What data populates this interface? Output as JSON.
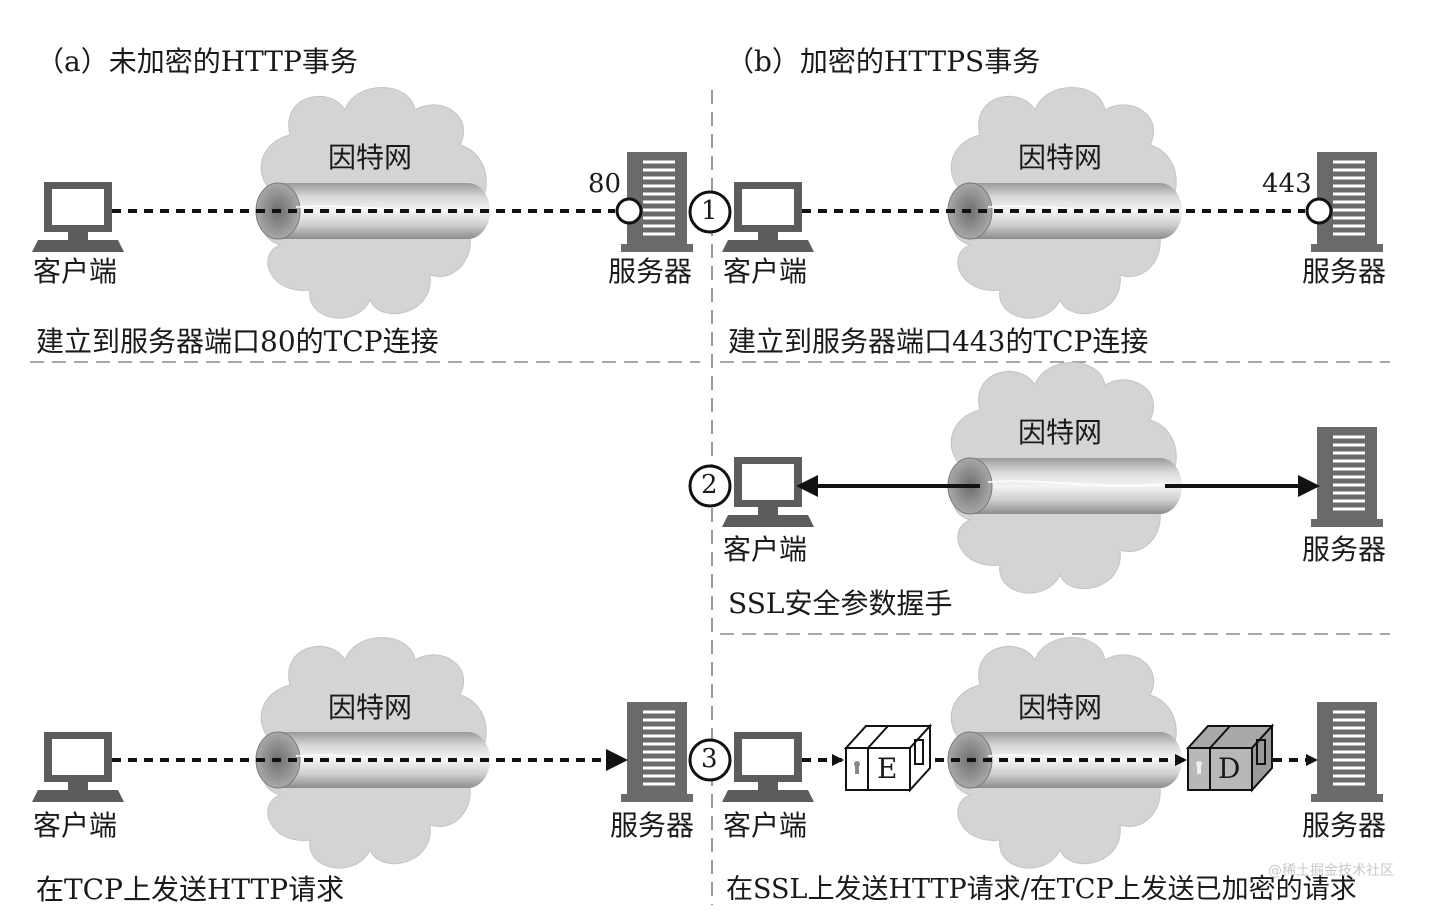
{
  "titles": {
    "a": "（a）未加密的HTTP事务",
    "b": "（b）加密的HTTPS事务"
  },
  "labels": {
    "client": "客户端",
    "server": "服务器",
    "internet": "因特网"
  },
  "ports": {
    "http": "80",
    "https": "443"
  },
  "steps": [
    "1",
    "2",
    "3"
  ],
  "captions": {
    "a1": "建立到服务器端口80的TCP连接",
    "a3": "在TCP上发送HTTP请求",
    "b1": "建立到服务器端口443的TCP连接",
    "b2": "SSL安全参数握手",
    "b3": "在SSL上发送HTTP请求/在TCP上发送已加密的请求"
  },
  "boxes": {
    "encrypt": "E",
    "decrypt": "D"
  },
  "watermark": "@稀土掘金技术社区"
}
